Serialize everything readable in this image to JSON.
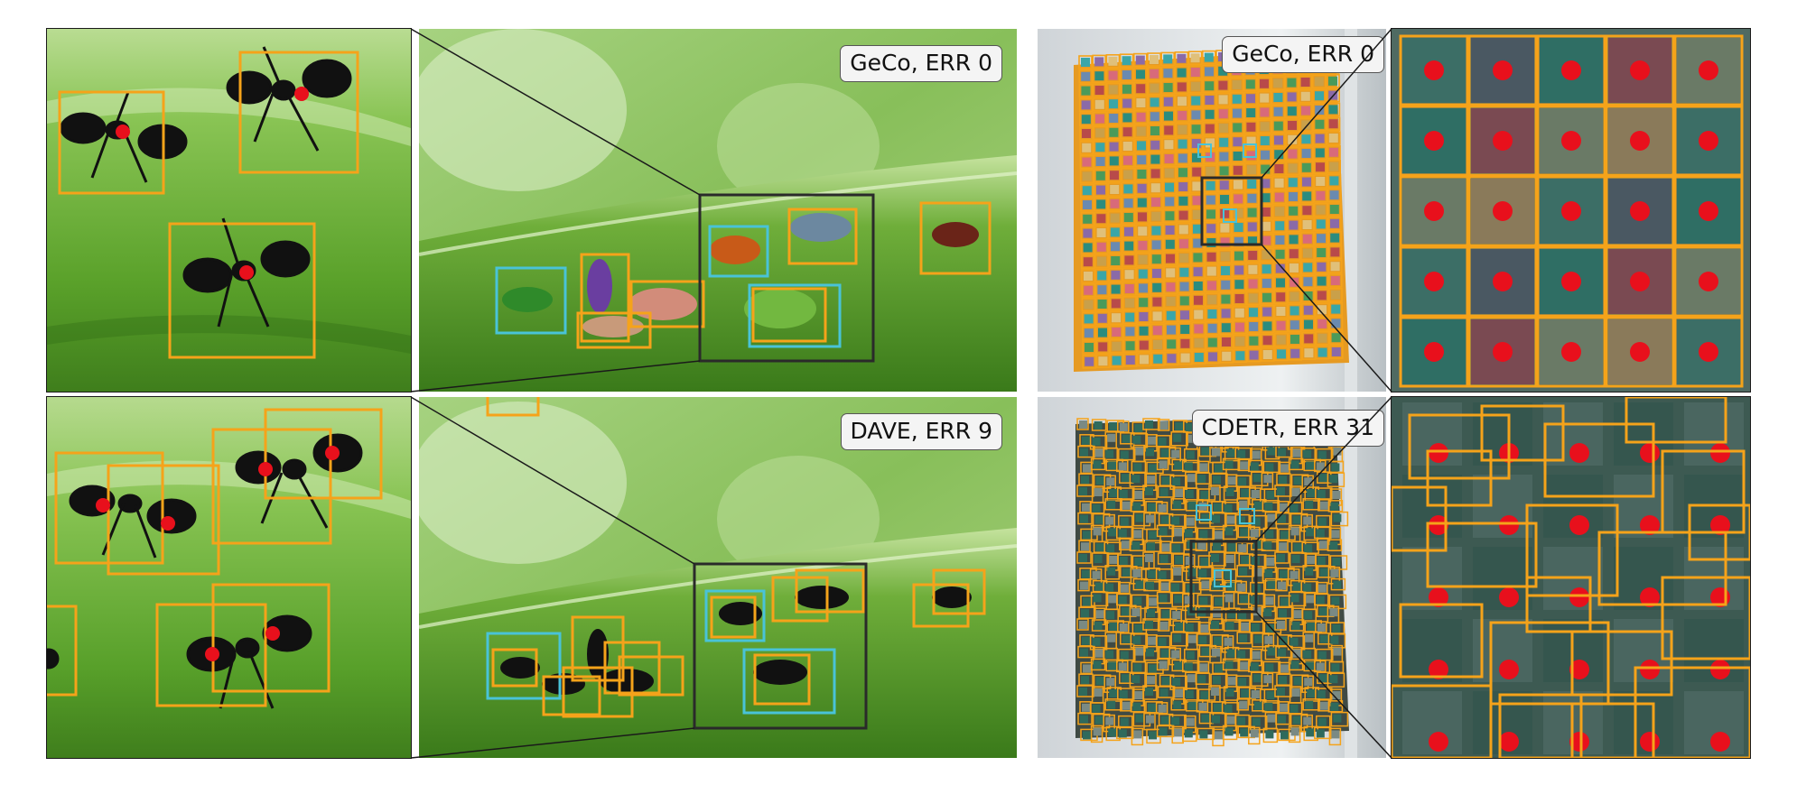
{
  "colors": {
    "box_orange": "#f5a31a",
    "box_cyan": "#49c3d8",
    "point_red": "#e8101c",
    "frame_dark": "#2a2a2a",
    "leaf_green": "#6fae3a",
    "bg_light_green": "#a9d58a"
  },
  "labels": {
    "geco_ants": "GeCo, ERR 0",
    "dave_ants": "DAVE, ERR 9",
    "geco_grid": "GeCo, ERR 0",
    "cdetr_grid": "CDETR, ERR 31"
  }
}
